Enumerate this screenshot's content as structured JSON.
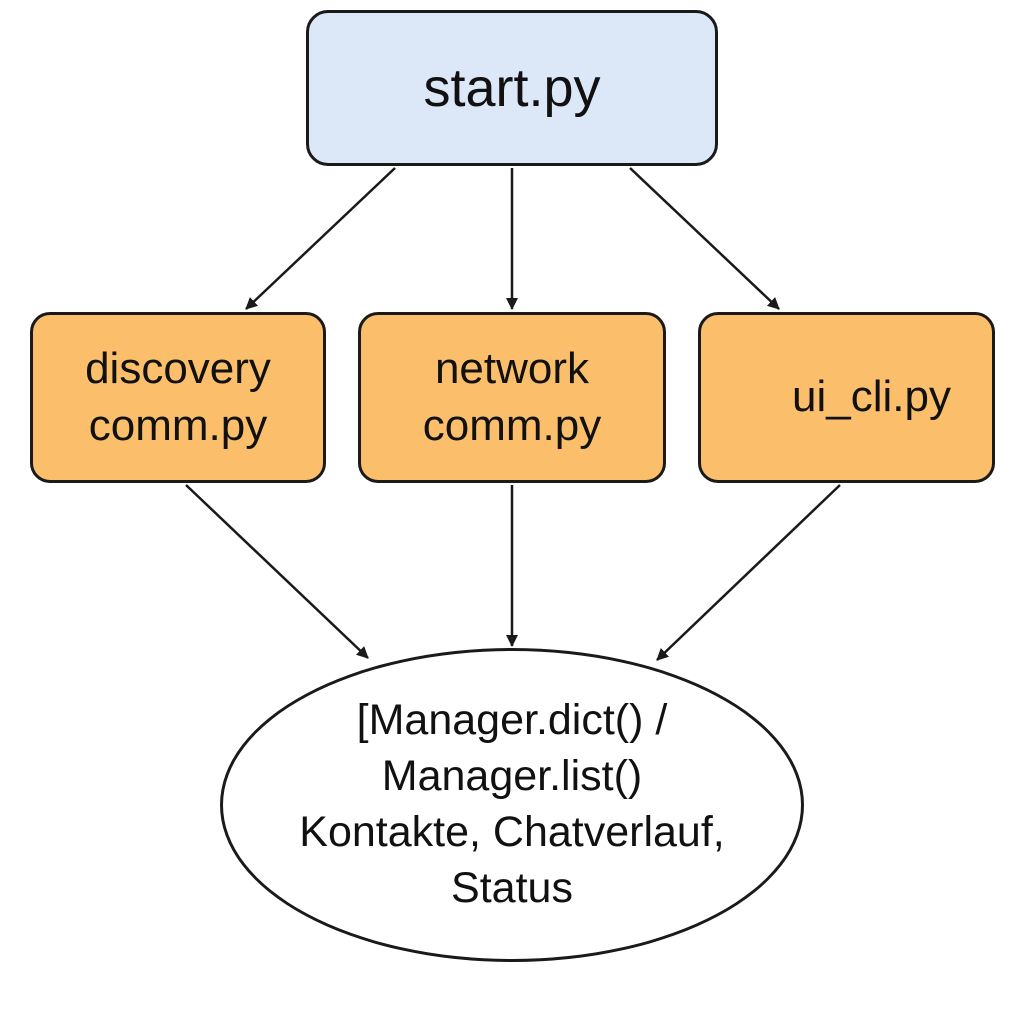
{
  "colors": {
    "start_fill": "#dce8f8",
    "module_fill": "#fbbf6c",
    "shared_fill": "#ffffff",
    "stroke": "#1a1a1a"
  },
  "nodes": {
    "start": {
      "lines": [
        "start.py"
      ]
    },
    "discovery": {
      "lines": [
        "discovery",
        "comm.py"
      ]
    },
    "network": {
      "lines": [
        "network",
        "comm.py"
      ]
    },
    "ui_cli": {
      "lines": [
        "ui_cli.py"
      ]
    },
    "shared": {
      "lines": [
        "[Manager.dict() /",
        "Manager.list()",
        "Kontakte, Chatverlauf,",
        "Status"
      ]
    }
  },
  "edges": [
    {
      "from": "start",
      "to": "discovery"
    },
    {
      "from": "start",
      "to": "network"
    },
    {
      "from": "start",
      "to": "ui_cli"
    },
    {
      "from": "discovery",
      "to": "shared"
    },
    {
      "from": "network",
      "to": "shared"
    },
    {
      "from": "ui_cli",
      "to": "shared"
    }
  ]
}
